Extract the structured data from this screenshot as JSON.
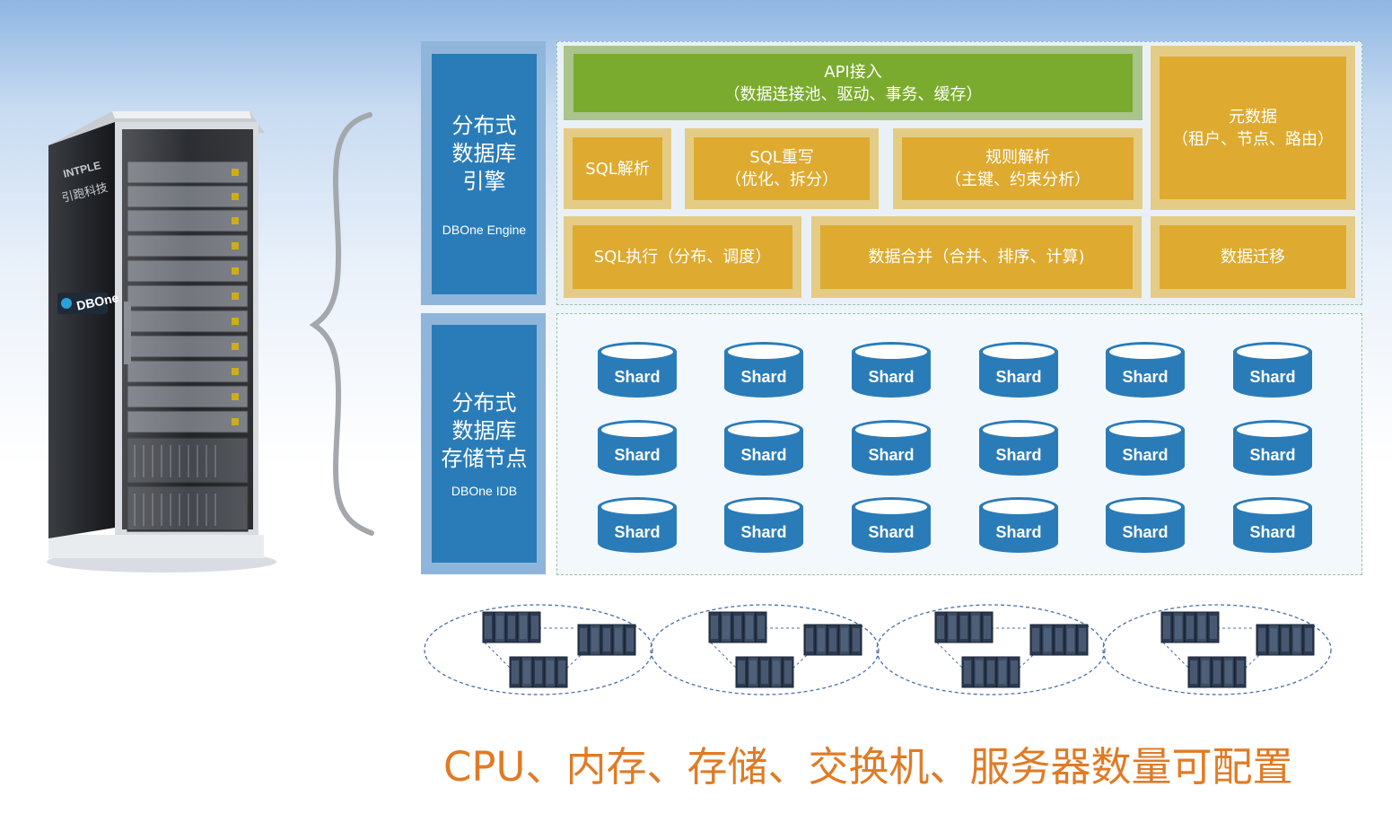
{
  "rack": {
    "brand": "INTPLE",
    "brand_cn": "引跑科技",
    "product_logo": "DBOne"
  },
  "engine": {
    "title": "分布式\n数据库\n引擎",
    "subtitle": "DBOne Engine"
  },
  "storage": {
    "title": "分布式\n数据库\n存储节点",
    "subtitle": "DBOne IDB"
  },
  "blocks": {
    "api": "API接入\n（数据连接池、驱动、事务、缓存）",
    "metadata": "元数据\n（租户、节点、路由）",
    "sql_parse": "SQL解析",
    "sql_rewrite": "SQL重写\n（优化、拆分）",
    "rule_parse": "规则解析\n（主键、约束分析）",
    "sql_exec": "SQL执行（分布、调度）",
    "data_merge": "数据合并（合并、排序、计算)",
    "data_migrate": "数据迁移"
  },
  "shards": {
    "label": "Shard",
    "rows": 3,
    "cols": 6
  },
  "clusters": {
    "count": 4,
    "servers_per_cluster": 3
  },
  "footer": "CPU、内存、存储、交换机、服务器数量可配置",
  "colors": {
    "engine_blue": "#2a7cb8",
    "side_border": "#90b5da",
    "api_green": "#7aab2e",
    "block_gold": "#deaa2f",
    "shard_blue": "#2a7cb8",
    "footer_orange": "#e07b25"
  }
}
